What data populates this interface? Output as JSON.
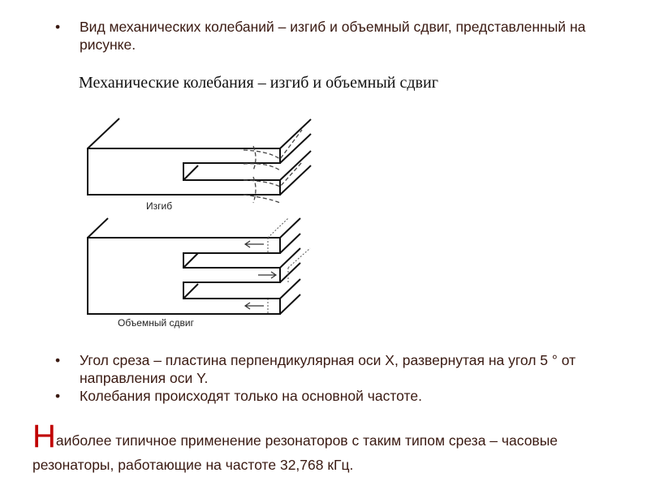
{
  "bullets_top": [
    {
      "line1": "Вид механических колебаний – изгиб и объемный сдвиг, представленный на",
      "line2": "рисунке."
    }
  ],
  "figure": {
    "title": "Механические колебания – изгиб и объемный сдвиг",
    "label_bend": "Изгиб",
    "label_shear": "Объемный сдвиг"
  },
  "bullets_bottom": [
    {
      "line1": "Угол среза – пластина перпендикулярная оси X, развернутая на угол 5 ° от",
      "line2": "направления оси Y."
    },
    {
      "line1": "Колебания происходят только на основной частоте."
    }
  ],
  "paragraph": {
    "drop_cap": "Н",
    "line1": "аиболее типичное применение резонаторов с таким типом среза – часовые",
    "line2": "резонаторы, работающие на частоте 32,768 кГц."
  },
  "colors": {
    "text": "#3a1a12",
    "accent": "#c00000"
  }
}
